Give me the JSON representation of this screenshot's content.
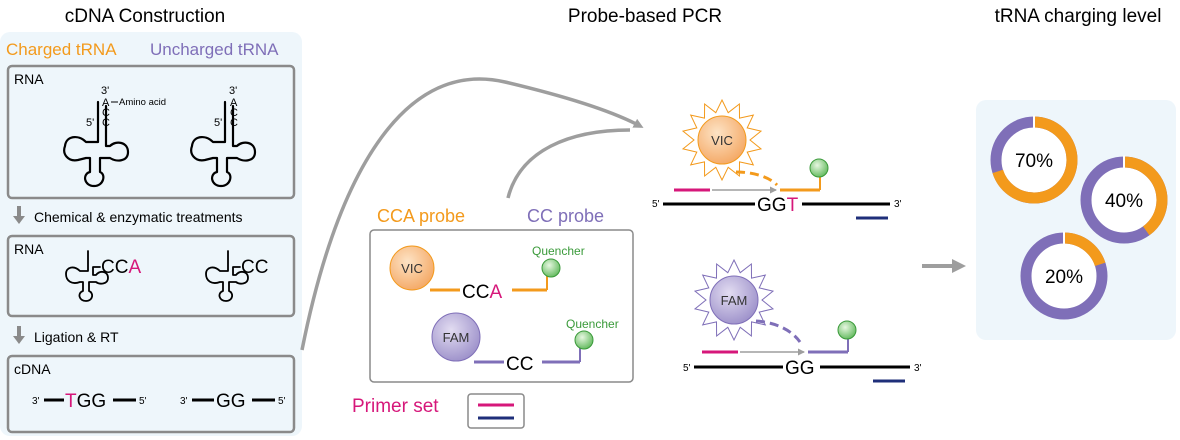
{
  "colors": {
    "orange": "#f39a1c",
    "purple": "#7f6fb8",
    "magenta": "#d6177a",
    "navy": "#1f2f7a",
    "green": "#3a9a3a",
    "gray": "#9e9e9e",
    "panel": "#eef6fb"
  },
  "titles": {
    "left": "cDNA Construction",
    "middle": "Probe-based PCR",
    "right": "tRNA charging level"
  },
  "legend": {
    "charged": "Charged tRNA",
    "uncharged": "Uncharged tRNA"
  },
  "box1": {
    "label": "RNA",
    "prime3": "3'",
    "prime5": "5'",
    "acc": [
      "A",
      "C",
      "C"
    ],
    "amino_acid": "Amino acid"
  },
  "step1": "Chemical & enzymatic treatments",
  "box2": {
    "label": "RNA",
    "charged_cc": "CC",
    "charged_a": "A",
    "uncharged_cc": "CC"
  },
  "step2": "Ligation & RT",
  "box3": {
    "label": "cDNA",
    "prime3": "3'",
    "prime5": "5'",
    "charged_t": "T",
    "charged_gg": "GG",
    "uncharged_gg": "GG"
  },
  "probes": {
    "cca_label": "CCA probe",
    "cc_label": "CC probe",
    "vic": "VIC",
    "fam": "FAM",
    "quencher": "Quencher",
    "cca_cc": "CC",
    "cca_a": "A",
    "cc_text": "CC"
  },
  "primer_set": "Primer set",
  "pcr": {
    "prime5": "5'",
    "prime3": "3'",
    "vic": "VIC",
    "fam": "FAM",
    "gg": "GG",
    "t": "T"
  },
  "charging": {
    "donuts": [
      {
        "label": "70%",
        "value": 0.7
      },
      {
        "label": "40%",
        "value": 0.4
      },
      {
        "label": "20%",
        "value": 0.2
      }
    ]
  }
}
